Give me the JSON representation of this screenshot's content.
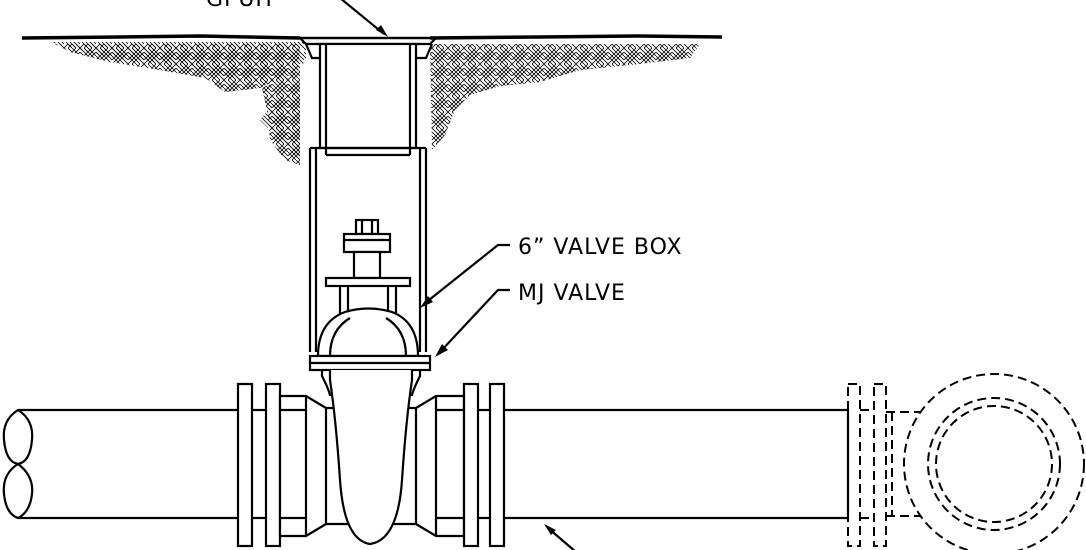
{
  "callouts": {
    "valve_box": "6” VALVE BOX",
    "mj_valve": "MJ VALVE",
    "top_clipped": "GPUH"
  },
  "colors": {
    "line": "#000000",
    "background": "#ffffff"
  }
}
